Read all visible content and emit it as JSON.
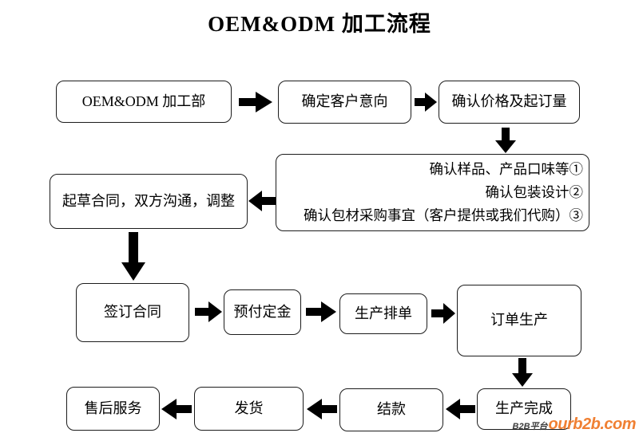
{
  "title": "OEM&ODM 加工流程",
  "flow": {
    "dept": "OEM&ODM 加工部",
    "intent": "确定客户意向",
    "price": "确认价格及起订量",
    "confirm": {
      "line1": "确认样品、产品口味等①",
      "line2": "确认包装设计②",
      "line3": "确认包材采购事宜（客户提供或我们代购）③"
    },
    "draft": "起草合同，双方沟通，调整",
    "sign": "签订合同",
    "deposit": "预付定金",
    "schedule": "生产排单",
    "produce": "订单生产",
    "complete": "生产完成",
    "settle": "结款",
    "ship": "发货",
    "service": "售后服务"
  },
  "watermark": {
    "platform": "B2B平台",
    "site": "ourb2b.com"
  },
  "colors": {
    "arrow": "#000000",
    "border": "#1c1c1c",
    "watermark_orange": "#F08033"
  }
}
